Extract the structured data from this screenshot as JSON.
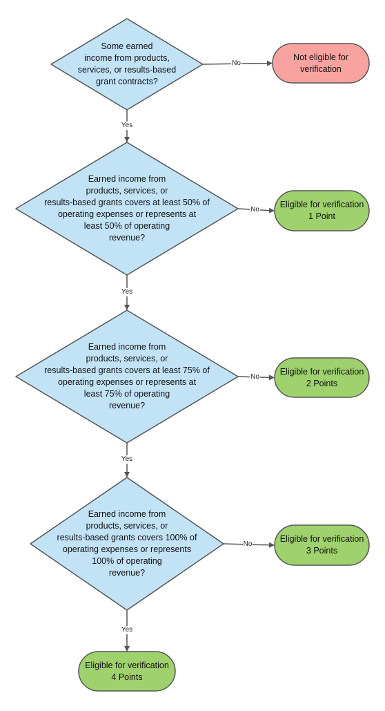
{
  "colors": {
    "decision_fill": "#c2e2f6",
    "decision_stroke": "#555555",
    "fail_fill": "#f9a3a0",
    "pass_fill": "#9fd16d",
    "terminal_stroke": "#555555",
    "edge": "#555555"
  },
  "decisions": [
    {
      "text": "Some earned\nincome from products,\nservices, or results-based\ngrant contracts?"
    },
    {
      "text": "Earned income from\nproducts, services, or\nresults-based grants covers at least 50% of\noperating expenses or represents at\nleast 50% of operating\nrevenue?"
    },
    {
      "text": "Earned income from\nproducts, services, or\nresults-based grants covers at least 75% of\noperating expenses or represents at\nleast 75% of operating\nrevenue?"
    },
    {
      "text": "Earned income from\nproducts, services, or\nresults-based grants covers 100% of\noperating expenses or represents\n100% of operating\nrevenue?"
    }
  ],
  "outcomes": [
    {
      "text": "Not eligible for\nverification",
      "kind": "fail"
    },
    {
      "text": "Eligible for verification\n1 Point",
      "kind": "pass"
    },
    {
      "text": "Eligible for verification\n2 Points",
      "kind": "pass"
    },
    {
      "text": "Eligible for verification\n3 Points",
      "kind": "pass"
    },
    {
      "text": "Eligible for verification\n4 Points",
      "kind": "pass"
    }
  ],
  "edge_labels": {
    "yes": "Yes",
    "no": "No"
  }
}
